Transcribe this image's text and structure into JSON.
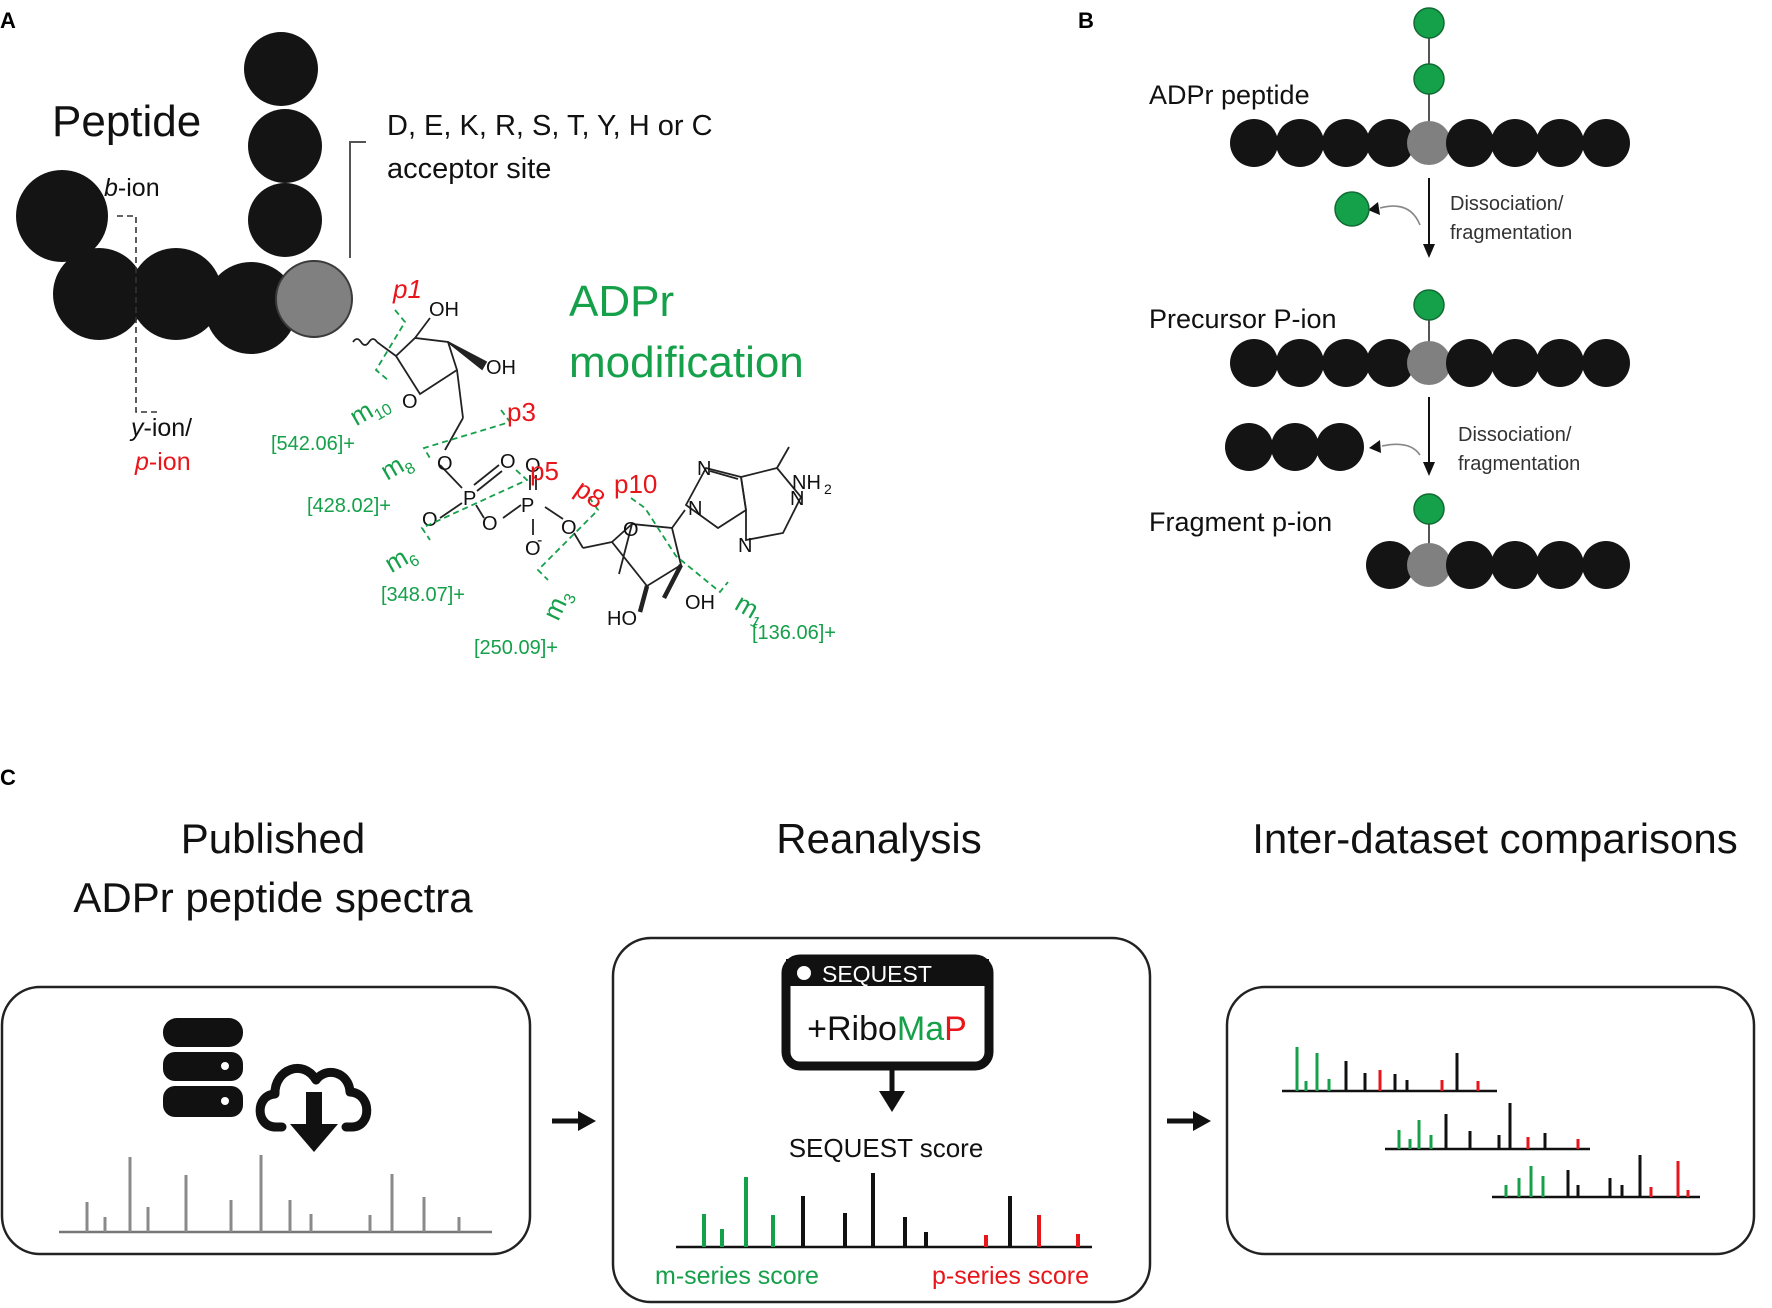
{
  "panels": {
    "a": "A",
    "b": "B",
    "c": "C"
  },
  "colors": {
    "green": "#15a04a",
    "red": "#e8161b",
    "bead": "#141414",
    "acceptor": "#808080"
  },
  "panel_a": {
    "peptide": "Peptide",
    "acceptor_line1": "D, E, K, R, S, T,  Y, H or C",
    "acceptor_line2": "acceptor site",
    "b_ion_italic": "b",
    "b_ion_rest": "-ion",
    "y_ion_italic": "y",
    "y_ion_rest": "-ion/",
    "p_ion_italic": "p",
    "p_ion_rest": "-ion",
    "adpr_line1": "ADPr",
    "adpr_line2": "modification",
    "p_labels": {
      "p1": "p1",
      "p3": "p3",
      "p5": "p5",
      "p8": "p8",
      "p10": "p10"
    },
    "m_labels": {
      "m10": {
        "m": "m",
        "sub": "10"
      },
      "m8": {
        "m": "m",
        "sub": "8"
      },
      "m6": {
        "m": "m",
        "sub": "6"
      },
      "m3": {
        "m": "m",
        "sub": "3"
      },
      "m1": {
        "m": "m",
        "sub": "1"
      }
    },
    "masses": {
      "m10": "[542.06]+",
      "m8": "[428.02]+",
      "m6": "[348.07]+",
      "m3": "[250.09]+",
      "m1": "[136.06]+"
    },
    "atoms": {
      "oh_top": "OH",
      "oh_right": "OH",
      "ring_o1": "O",
      "o_link1": "O",
      "p_a": "P",
      "o_a_top": "O",
      "o_a_left": "O",
      "o_bridge": "O",
      "p_b": "P",
      "o_b_top": "O",
      "o_b_bottom": "O",
      "o_minus": "-",
      "o_link2": "O",
      "ring_o2": "O",
      "ho_bottom": "HO",
      "oh_bottom": "OH",
      "n9": "N",
      "n7": "N",
      "n1": "N",
      "n3": "N",
      "nh": "NH",
      "nh_sub": "2"
    }
  },
  "panel_b": {
    "adpr_peptide": "ADPr peptide",
    "dissociation1_line1": "Dissociation/",
    "dissociation1_line2": "fragmentation",
    "precursor": "Precursor P-ion",
    "dissociation2_line1": "Dissociation/",
    "dissociation2_line2": "fragmentation",
    "fragment": "Fragment p-ion"
  },
  "panel_c": {
    "published_line1": "Published",
    "published_line2": "ADPr peptide spectra",
    "reanalysis": "Reanalysis",
    "comparisons": "Inter-dataset comparisons",
    "database_icon": "database-icon",
    "download_icon": "cloud-download-icon",
    "sequest_box": "SEQUEST",
    "plus_ribo": "+Ribo",
    "ma": "Ma",
    "p_letter": "P",
    "sequest_score": "SEQUEST score",
    "m_series_score": "m-series score",
    "p_series_score": "p-series score"
  }
}
